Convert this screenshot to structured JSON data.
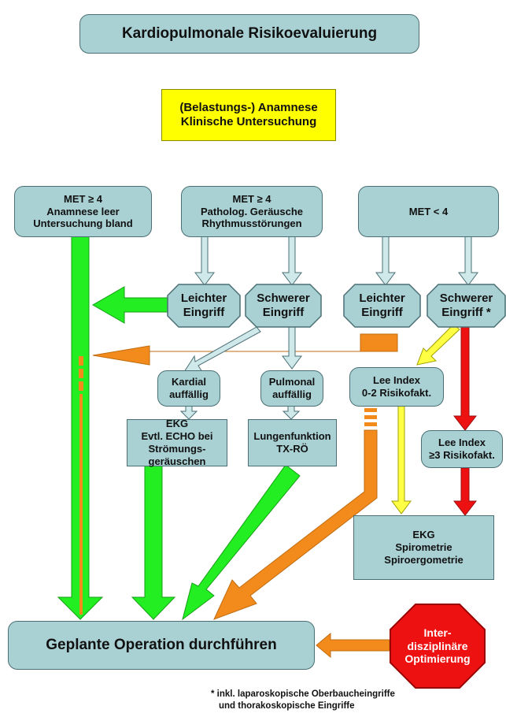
{
  "title": "Kardiopulmonale Risikoevaluierung",
  "anamnese": [
    "(Belastungs-) Anamnese",
    "Klinische Untersuchung"
  ],
  "met_left": [
    "MET ≥ 4",
    "Anamnese leer",
    "Untersuchung bland"
  ],
  "met_mid": [
    "MET ≥ 4",
    "Patholog. Geräusche",
    "Rhythmusstörungen"
  ],
  "met_right": [
    "MET < 4"
  ],
  "leichter_1": [
    "Leichter",
    "Eingriff"
  ],
  "schwerer_1": [
    "Schwerer",
    "Eingriff"
  ],
  "leichter_2": [
    "Leichter",
    "Eingriff"
  ],
  "schwerer_2": [
    "Schwerer",
    "Eingriff *"
  ],
  "kardial": [
    "Kardial",
    "auffällig"
  ],
  "pulmonal": [
    "Pulmonal",
    "auffällig"
  ],
  "lee_low": [
    "Lee Index",
    "0-2 Risikofakt."
  ],
  "lee_high": [
    "Lee Index",
    "≥3 Risikofakt."
  ],
  "ekg_echo": [
    "EKG",
    "Evtl. ECHO bei",
    "Strömungs-",
    "geräuschen"
  ],
  "lungenfunktion": [
    "Lungenfunktion",
    "TX-RÖ"
  ],
  "ekg_spiro": [
    "EKG",
    "Spirometrie",
    "Spiroergometrie"
  ],
  "operation": "Geplante Operation durchführen",
  "optimierung": [
    "Inter-",
    "disziplinäre",
    "Optimierung"
  ],
  "footnote": [
    "* inkl. laparoskopische Oberbaucheingriffe",
    "und thorakoskopische Eingriffe"
  ],
  "colors": {
    "box": "#a9d0d3",
    "yellow_box": "#ffff00",
    "green_arrow": "#22ee22",
    "orange_arrow": "#f28a1c",
    "red_arrow": "#ee1111",
    "yellow_arrow": "#ffff44",
    "stop_sign": "#ee1111"
  }
}
